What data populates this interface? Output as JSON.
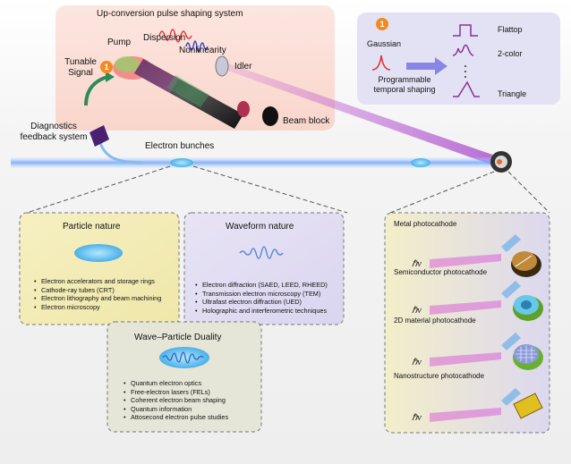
{
  "upconversion": {
    "title": "Up-conversion pulse shaping system",
    "pump": "Pump",
    "dispersion": "Dispersion",
    "nonlinearity": "Nonlinearity",
    "idler": "Idler",
    "tunable_signal": "Tunable\nSignal",
    "badge": "1",
    "beam_block": "Beam block",
    "diagnostics": "Diagnostics\nfeedback system"
  },
  "shaping": {
    "badge": "1",
    "gaussian": "Gaussian",
    "programmable": "Programmable\ntemporal shaping",
    "flattop": "Flattop",
    "two_color": "2-color",
    "triangle": "Triangle"
  },
  "electron_bunches": "Electron bunches",
  "particle": {
    "title": "Particle nature",
    "items": [
      "Electron accelerators and storage rings",
      "Cathode-ray tubes (CRT)",
      "Electron lithography and beam machining",
      "Electron microscopy"
    ]
  },
  "waveform": {
    "title": "Waveform nature",
    "items": [
      "Electron diffraction (SAED, LEED, RHEED)",
      "Transmission electron microscopy (TEM)",
      "Ultrafast electron diffraction (UED)",
      "Holographic and interferometric techniques"
    ]
  },
  "duality": {
    "title": "Wave–Particle Duality",
    "items": [
      "Quantum electron optics",
      "Free-electron lasers (FELs)",
      "Coherent electron beam shaping",
      "Quantum information",
      "Attosecond electron pulse studies"
    ]
  },
  "photocathodes": {
    "metal": "Metal photocathode",
    "semiconductor": "Semiconductor photocathode",
    "two_d": "2D material photocathode",
    "nano": "Nanostructure photocathode",
    "hv": "ℏv"
  }
}
